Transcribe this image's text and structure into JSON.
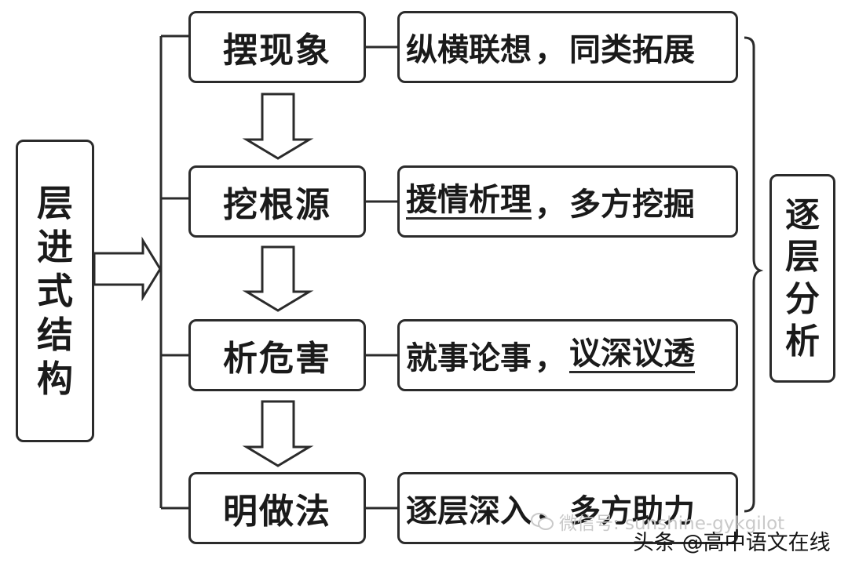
{
  "left_box": {
    "chars": [
      "层",
      "进",
      "式",
      "结",
      "构"
    ]
  },
  "right_box": {
    "chars": [
      "逐",
      "层",
      "分",
      "析"
    ]
  },
  "steps": [
    {
      "label": "摆现象",
      "desc_parts": [
        {
          "text": "纵横联想",
          "underline": false
        },
        {
          "text": "，",
          "underline": false
        },
        {
          "text": "同类拓展",
          "underline": false
        }
      ]
    },
    {
      "label": "挖根源",
      "desc_parts": [
        {
          "text": "援情析理",
          "underline": true
        },
        {
          "text": "，",
          "underline": false
        },
        {
          "text": "多方挖掘",
          "underline": false
        }
      ]
    },
    {
      "label": "析危害",
      "desc_parts": [
        {
          "text": "就事论事",
          "underline": false
        },
        {
          "text": "，",
          "underline": false
        },
        {
          "text": "议深议透",
          "underline": true
        }
      ]
    },
    {
      "label": "明做法",
      "desc_parts": [
        {
          "text": "逐层深入",
          "underline": false
        },
        {
          "text": "，",
          "underline": false
        },
        {
          "text": "多方助力",
          "underline": false
        }
      ]
    }
  ],
  "watermarks": {
    "wechat": "微信号: sunshine-gykgilot",
    "toutiao": "头条 @高中语文在线"
  }
}
